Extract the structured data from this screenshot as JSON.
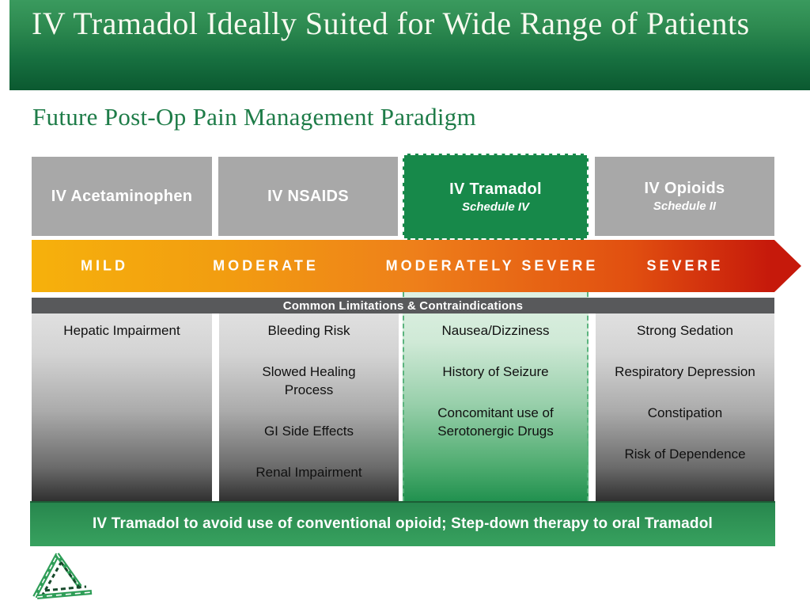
{
  "header": {
    "title": "IV Tramadol Ideally Suited for Wide Range of Patients"
  },
  "subtitle": "Future Post-Op Pain Management Paradigm",
  "therapy_boxes": [
    {
      "label": "IV Acetaminophen",
      "schedule": ""
    },
    {
      "label": "IV NSAIDS",
      "schedule": ""
    },
    {
      "label": "IV Tramadol",
      "schedule": "Schedule IV",
      "highlighted": true
    },
    {
      "label": "IV Opioids",
      "schedule": "Schedule II",
      "highlighted": false
    }
  ],
  "severity_arrow": {
    "labels": [
      "MILD",
      "MODERATE",
      "MODERATELY SEVERE",
      "SEVERE"
    ],
    "gradient": [
      "#f6b10c",
      "#ee7f1a",
      "#c6190b"
    ]
  },
  "limitations": {
    "bar_title": "Common Limitations & Contraindications",
    "columns": [
      {
        "items": [
          "Hepatic Impairment"
        ]
      },
      {
        "items": [
          "Bleeding Risk",
          "Slowed Healing Process",
          "GI Side Effects",
          "Renal Impairment"
        ]
      },
      {
        "items": [
          "Nausea/Dizziness",
          "History of Seizure",
          "Concomitant use of Serotonergic Drugs"
        ],
        "highlighted": true
      },
      {
        "items": [
          "Strong Sedation",
          "Respiratory Depression",
          "Constipation",
          "Risk of Dependence"
        ]
      }
    ]
  },
  "footer": {
    "text": "IV Tramadol to avoid use of conventional opioid; Step-down therapy to oral Tramadol"
  },
  "logo": {
    "name": "triangle-logo"
  },
  "colors": {
    "header_green_top": "#3a9a5e",
    "header_green_bottom": "#0b5930",
    "subtitle_green": "#1e7c48",
    "highlight_green": "#17894a",
    "gray_box": "#a8a8a8",
    "severity_yellow": "#f6b10c",
    "severity_red": "#c6190b",
    "limitations_bar_gray": "#58595b",
    "footer_green": "#2f9355"
  }
}
